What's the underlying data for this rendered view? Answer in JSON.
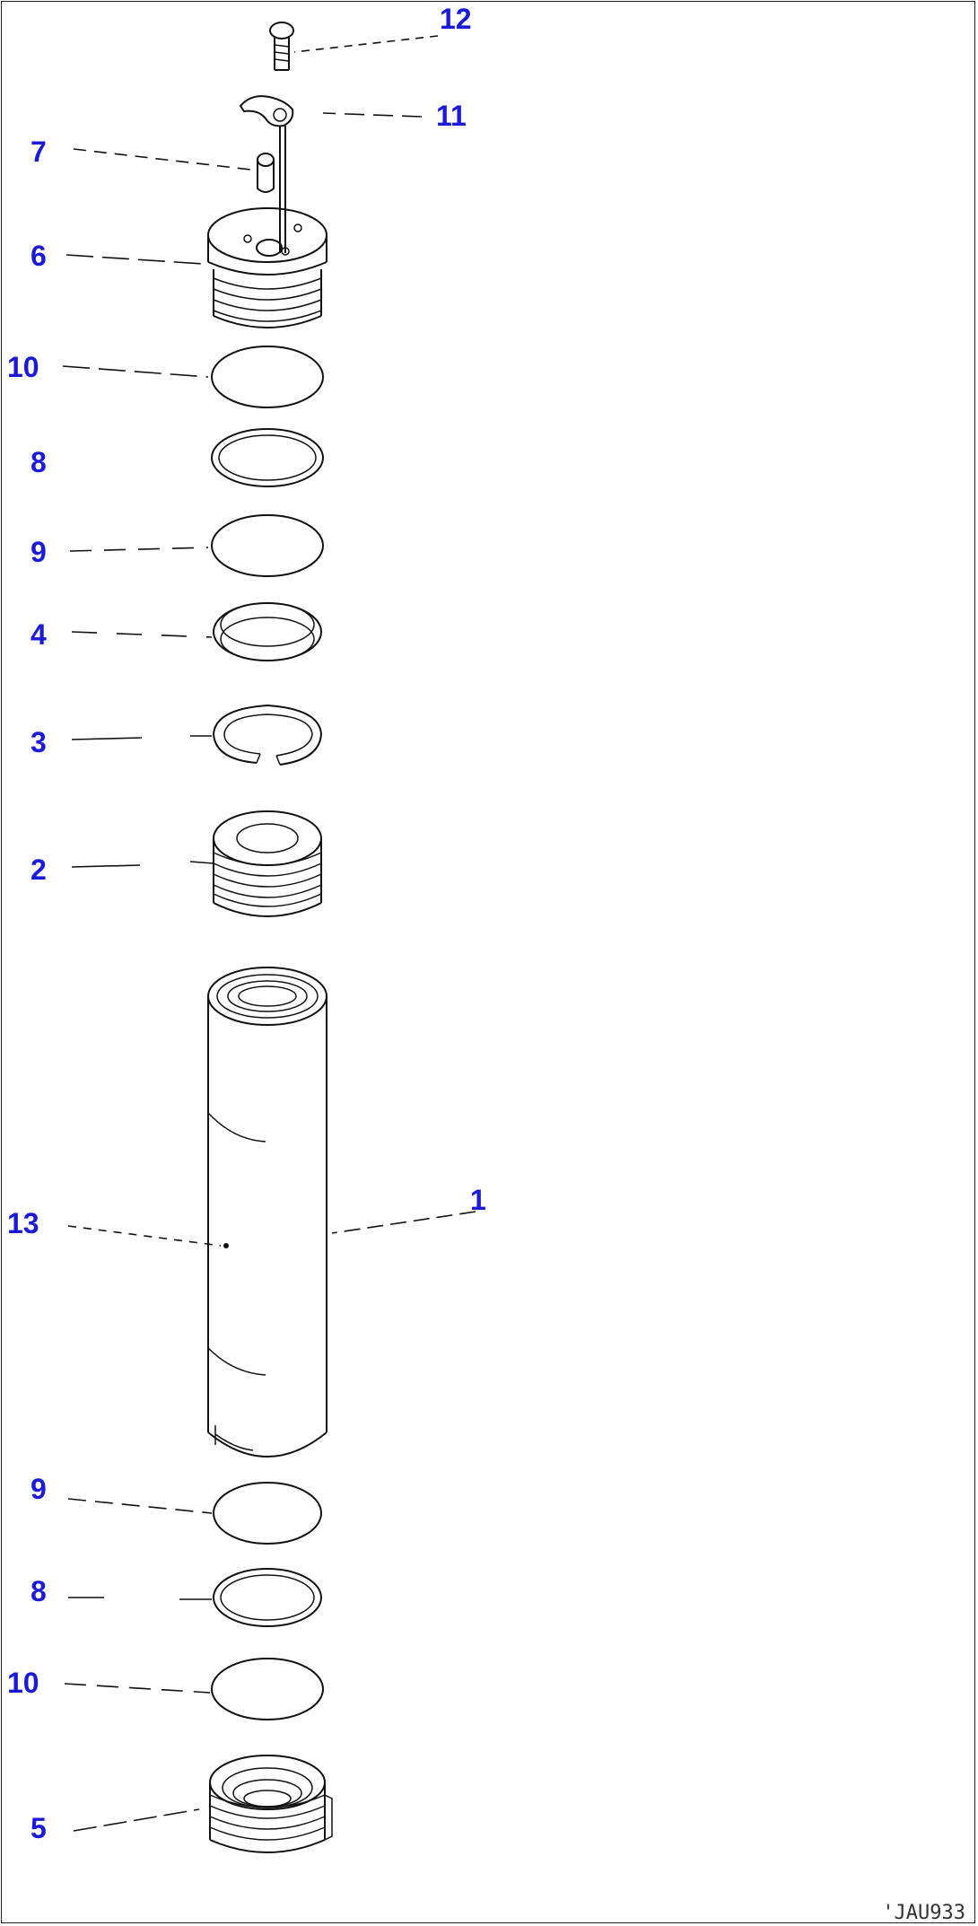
{
  "labels": {
    "l12": "12",
    "l11": "11",
    "l7": "7",
    "l6": "6",
    "l10_top": "10",
    "l8_top": "8",
    "l9_top": "9",
    "l4": "4",
    "l3": "3",
    "l2": "2",
    "l1": "1",
    "l13": "13",
    "l9_bottom": "9",
    "l8_bottom": "8",
    "l10_bottom": "10",
    "l5": "5"
  },
  "drawing_code": "'JAU933",
  "colors": {
    "label": "#1a1ad8",
    "line": "#111111",
    "background": "#ffffff"
  }
}
